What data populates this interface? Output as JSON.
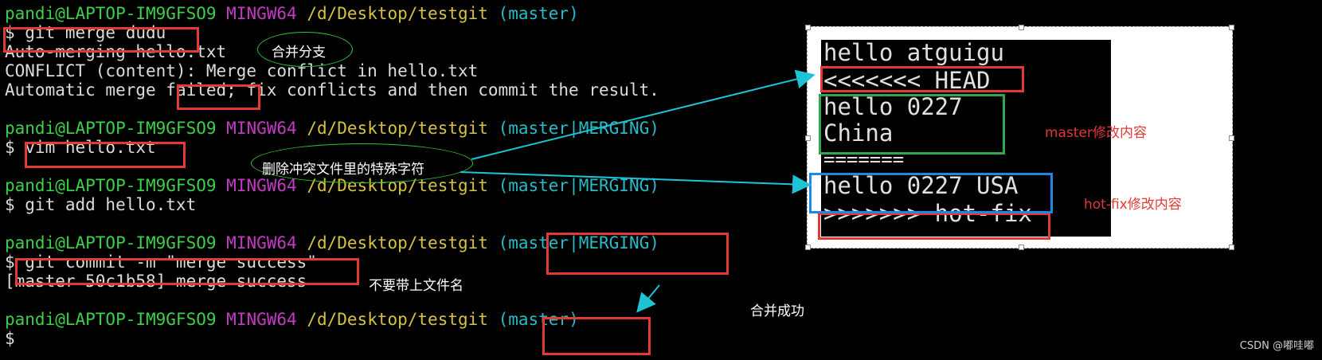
{
  "prompt": {
    "user": "pandi@LAPTOP-IM9GFSO9",
    "system": "MINGW64",
    "path": "/d/Desktop/testgit"
  },
  "branches": {
    "master": "(master)",
    "merging_open": "(master|",
    "merging_label": "MERGING",
    "merging_close": ")"
  },
  "commands": {
    "merge": "$ git merge dudu",
    "vim": "$ vim hello.txt",
    "add": "$ git add hello.txt",
    "commit": "$ git commit -m \"merge success\"",
    "empty": "$"
  },
  "output": {
    "automerge": "Auto-merging hello.txt",
    "conflict": "CONFLICT (content): Merge conflict in hello.txt",
    "failed_pre": "Automatic merge ",
    "failed_word": "failed;",
    "failed_post": " fix conflicts and then commit the result.",
    "commit_result": "[master 50c1b58] merge success"
  },
  "file_panel": {
    "lines": [
      "hello atguigu",
      "<<<<<<< HEAD",
      "hello 0227",
      "China",
      "=======",
      "hello 0227 USA",
      ">>>>>>> hot-fix"
    ]
  },
  "annotations": {
    "merge_branch": "合并分支",
    "delete_markers": "删除冲突文件里的特殊字符",
    "no_filename": "不要带上文件名",
    "merge_success": "合并成功",
    "master_changes": "master修改内容",
    "hotfix_changes": "hot-fix修改内容"
  },
  "colors": {
    "highlight_red": "#e53935",
    "highlight_green": "#2fa84f",
    "highlight_blue": "#1e88e5",
    "arrow_cyan": "#1fc3d6",
    "ellipse_green": "#2fc23a"
  },
  "watermark": "CSDN @嘟哇嘟"
}
